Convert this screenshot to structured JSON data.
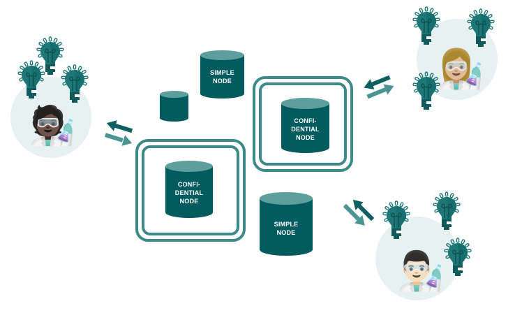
{
  "colors": {
    "node_body": "#005b5f",
    "node_top": "#5e9e9c",
    "frame": "#3e8a88",
    "arrow_dark": "#0d5f60",
    "arrow_light": "#4a9593",
    "bulb": "#1d7877",
    "bulb_dark": "#0f5b5c",
    "user_circle": "#e7f1f1",
    "background": "#ffffff"
  },
  "nodes": [
    {
      "id": "simple-node-top",
      "type": "simple",
      "label_lines": [
        "SIMPLE",
        "NODE"
      ]
    },
    {
      "id": "small-node",
      "type": "simple",
      "label_lines": []
    },
    {
      "id": "confidential-node-left",
      "type": "confidential",
      "label_lines": [
        "CONFI-",
        "DENTIAL",
        "NODE"
      ]
    },
    {
      "id": "confidential-node-right",
      "type": "confidential",
      "label_lines": [
        "CONFI-",
        "DENTIAL",
        "NODE"
      ]
    },
    {
      "id": "simple-node-bottom",
      "type": "simple",
      "label_lines": [
        "SIMPLE",
        "NODE"
      ]
    }
  ],
  "users": [
    {
      "id": "scientist-left",
      "emoji": "🧑🏿‍🔬",
      "idea_count": 3
    },
    {
      "id": "scientist-top-right",
      "emoji": "👩🏼‍🔬",
      "idea_count": 3
    },
    {
      "id": "scientist-bottom-right",
      "emoji": "👨🏻‍🔬",
      "idea_count": 3
    }
  ],
  "connections": [
    {
      "from": "scientist-left",
      "to": "confidential-node-left",
      "direction": "bidirectional"
    },
    {
      "from": "scientist-top-right",
      "to": "confidential-node-right",
      "direction": "bidirectional"
    },
    {
      "from": "scientist-bottom-right",
      "to": "simple-node-bottom",
      "direction": "bidirectional"
    }
  ]
}
